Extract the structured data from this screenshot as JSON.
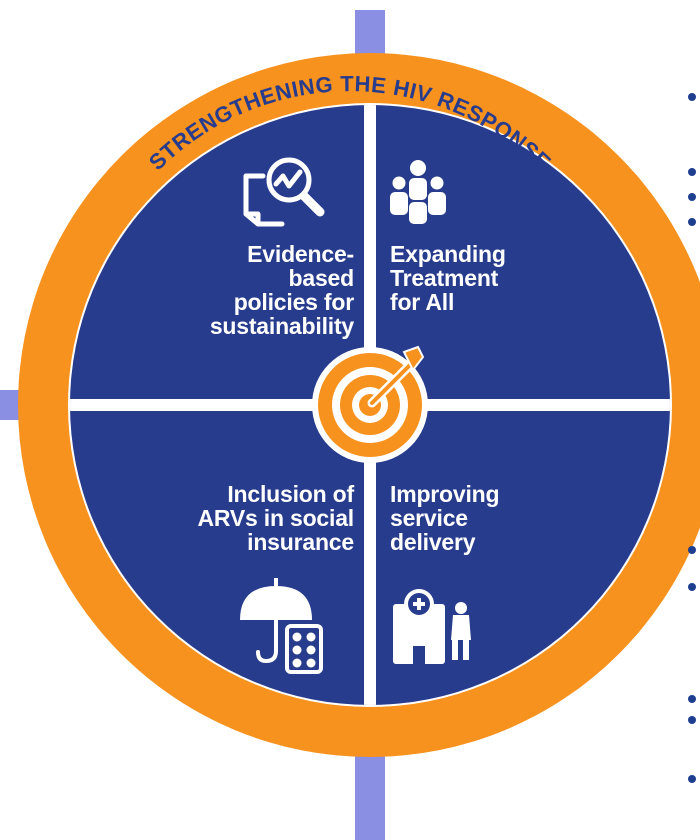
{
  "ring_title": "STRENGTHENING THE HIV RESPONSE",
  "quadrants": {
    "top_left": {
      "lines": [
        "Evidence-",
        "based",
        "policies for",
        "sustainability"
      ],
      "icon": "magnifier-chart-icon"
    },
    "top_right": {
      "lines": [
        "Expanding",
        "Treatment",
        "for All"
      ],
      "icon": "people-group-icon"
    },
    "bottom_left": {
      "lines": [
        "Inclusion of",
        "ARVs in social",
        "insurance"
      ],
      "icon": "umbrella-pills-icon"
    },
    "bottom_right": {
      "lines": [
        "Improving",
        "service",
        "delivery"
      ],
      "icon": "hospital-doctor-icon"
    }
  },
  "center_icon": "target-arrow-icon",
  "colors": {
    "ring": "#f7921e",
    "quadrant": "#283c8e",
    "divider": "#ffffff",
    "axis_bars": "#8b8fe3",
    "bullets": "#1f3e8f"
  }
}
